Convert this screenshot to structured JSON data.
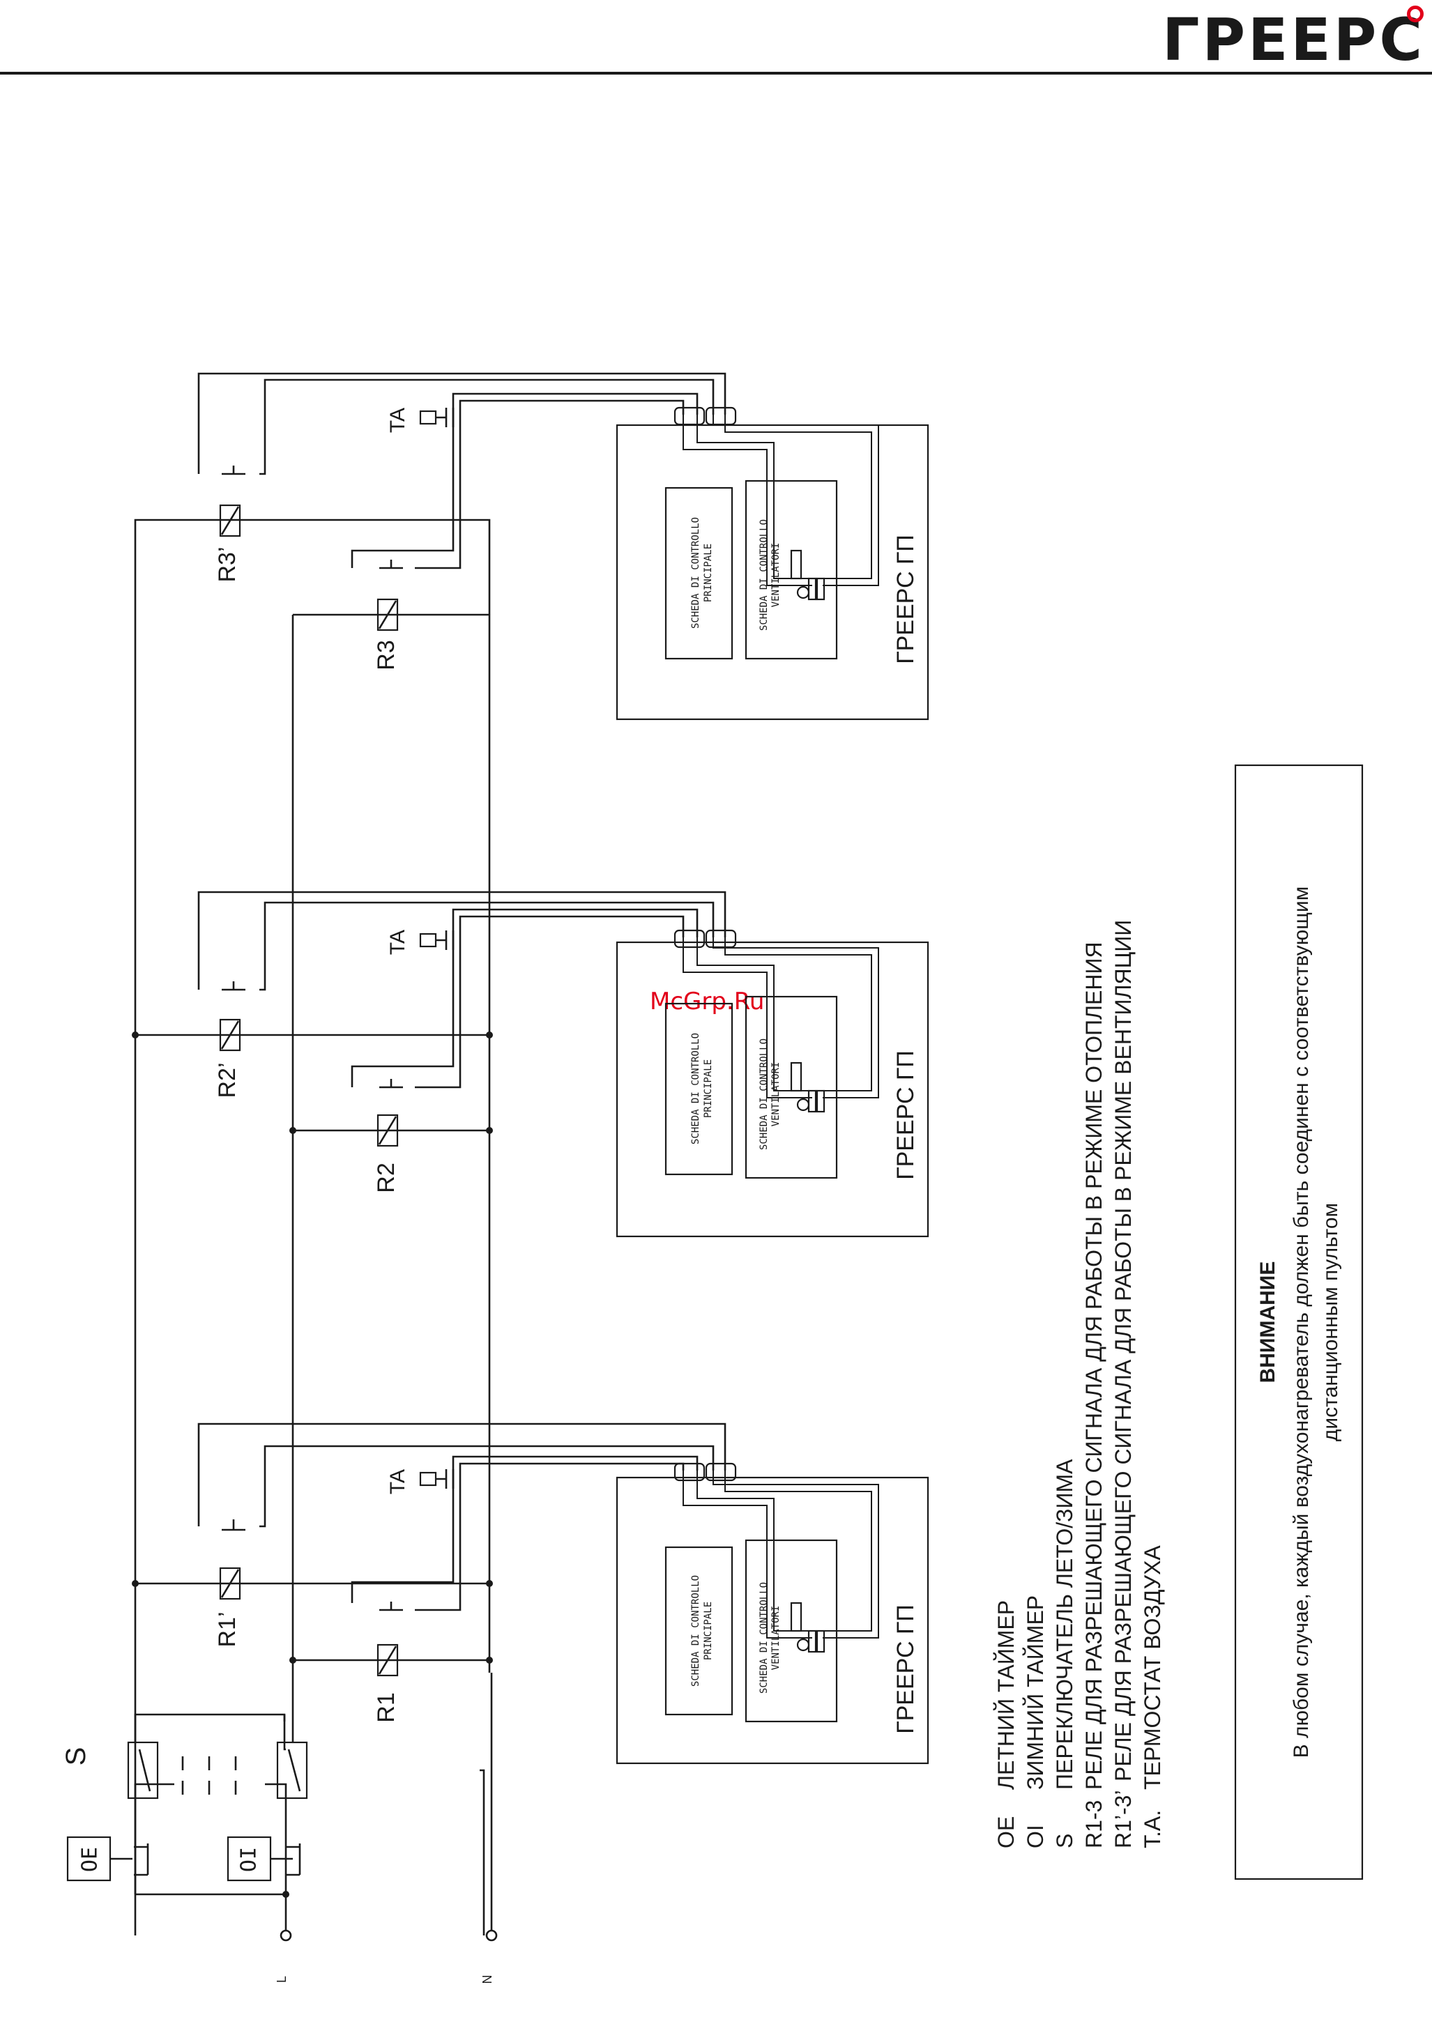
{
  "header": {
    "brand": "ГРЕЕРС",
    "brand_accent_color": "#e2001a"
  },
  "watermark": "McGrp.Ru",
  "inputs": {
    "line_label": "L",
    "neutral_label": "N",
    "timer_summer": "OE",
    "timer_winter": "OI",
    "switch": "S"
  },
  "units": [
    {
      "relay": "R1",
      "relay_prime": "R1’",
      "thermostat": "TA",
      "heater": "ГРЕЕРС ГП",
      "board_main": [
        "SCHEDA DI CONTROLLO",
        "PRINCIPALE"
      ],
      "board_fans": [
        "SCHEDA DI CONTROLLO",
        "VENTILATORI"
      ]
    },
    {
      "relay": "R2",
      "relay_prime": "R2’",
      "thermostat": "TA",
      "heater": "ГРЕЕРС ГП",
      "board_main": [
        "SCHEDA DI CONTROLLO",
        "PRINCIPALE"
      ],
      "board_fans": [
        "SCHEDA DI CONTROLLO",
        "VENTILATORI"
      ]
    },
    {
      "relay": "R3",
      "relay_prime": "R3’",
      "thermostat": "TA",
      "heater": "ГРЕЕРС ГП",
      "board_main": [
        "SCHEDA DI CONTROLLO",
        "PRINCIPALE"
      ],
      "board_fans": [
        "SCHEDA DI CONTROLLO",
        "VENTILATORI"
      ]
    }
  ],
  "legend": [
    {
      "code": "OE",
      "text": "ЛЕТНИЙ ТАЙМЕР"
    },
    {
      "code": "OI",
      "text": "ЗИМНИЙ ТАЙМЕР"
    },
    {
      "code": "S",
      "text": "ПЕРЕКЛЮЧАТЕЛЬ ЛЕТО/ЗИМА"
    },
    {
      "code": "R1-3",
      "text": "РЕЛЕ ДЛЯ РАЗРЕШАЮЩЕГО СИГНАЛА ДЛЯ РАБОТЫ В РЕЖИМЕ ОТОПЛЕНИЯ"
    },
    {
      "code": "R1’-3’",
      "text": "РЕЛЕ ДЛЯ РАЗРЕШАЮЩЕГО СИГНАЛА ДЛЯ РАБОТЫ В РЕЖИМЕ ВЕНТИЛЯЦИИ"
    },
    {
      "code": "T.A.",
      "text": "ТЕРМОСТАТ ВОЗДУХА"
    }
  ],
  "notice": {
    "title": "ВНИМАНИЕ",
    "line1": "В любом случае, каждый воздухонагреватель должен быть соединен с соответствующим",
    "line2": "дистанционным пультом"
  }
}
